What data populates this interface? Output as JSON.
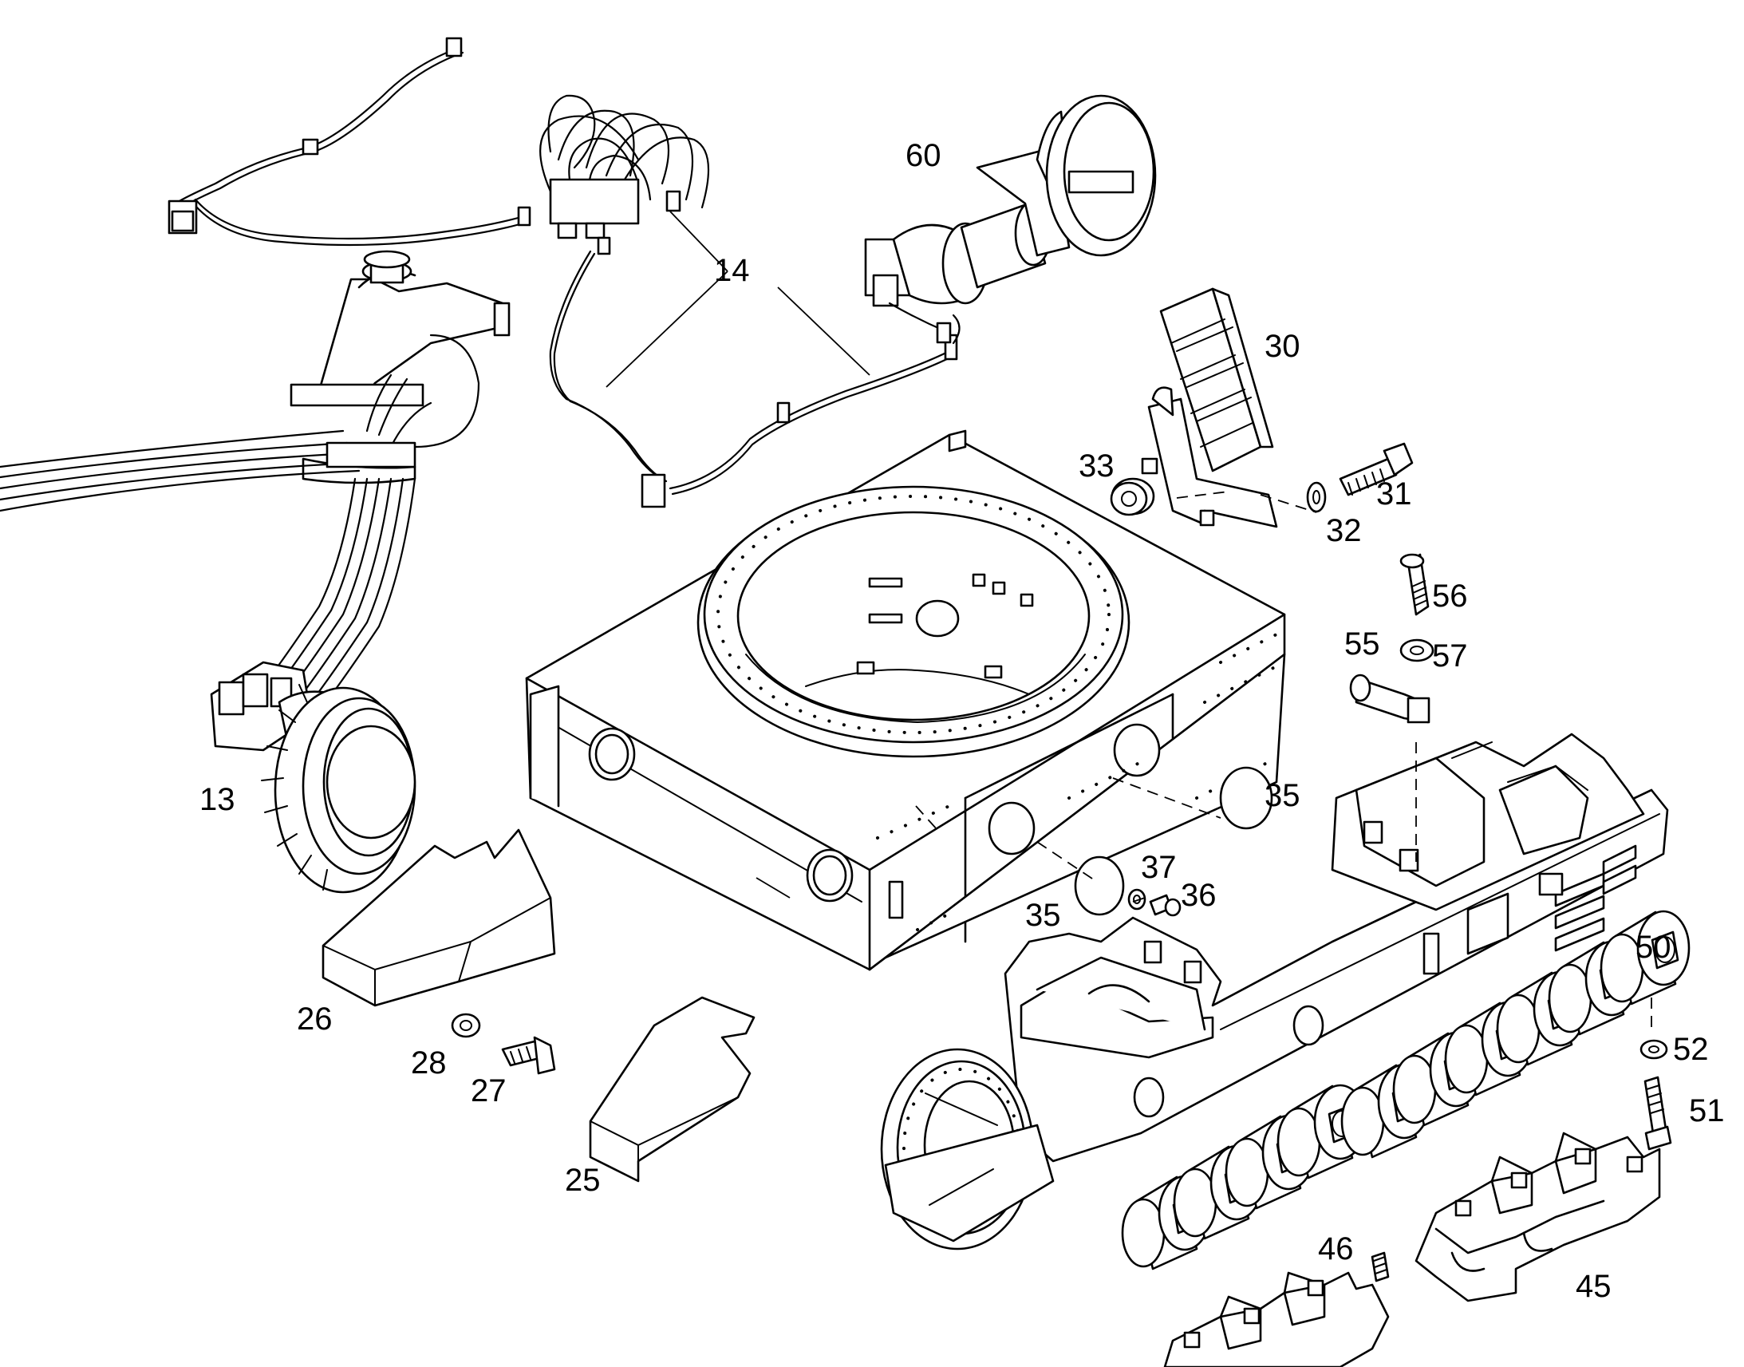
{
  "callouts": {
    "c13": "13",
    "c14": "14",
    "c25": "25",
    "c26": "26",
    "c27": "27",
    "c28": "28",
    "c30": "30",
    "c31": "31",
    "c32": "32",
    "c33": "33",
    "c35a": "35",
    "c35b": "35",
    "c36": "36",
    "c37": "37",
    "c45": "45",
    "c46": "46",
    "c50": "50",
    "c51": "51",
    "c52": "52",
    "c55": "55",
    "c56": "56",
    "c57": "57",
    "c60": "60"
  }
}
